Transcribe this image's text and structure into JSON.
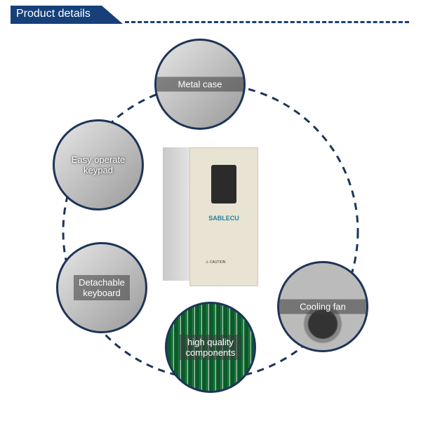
{
  "header": {
    "title": "Product details"
  },
  "product": {
    "brand": "SABLECU",
    "caution": "⚠ CAUTION"
  },
  "features": [
    {
      "label": "Metal case"
    },
    {
      "label": "Easy operate keypad"
    },
    {
      "label": "Detachable keyboard"
    },
    {
      "label": "Cooling fan"
    },
    {
      "label": "high quality components"
    }
  ],
  "colors": {
    "accent": "#17407a"
  }
}
